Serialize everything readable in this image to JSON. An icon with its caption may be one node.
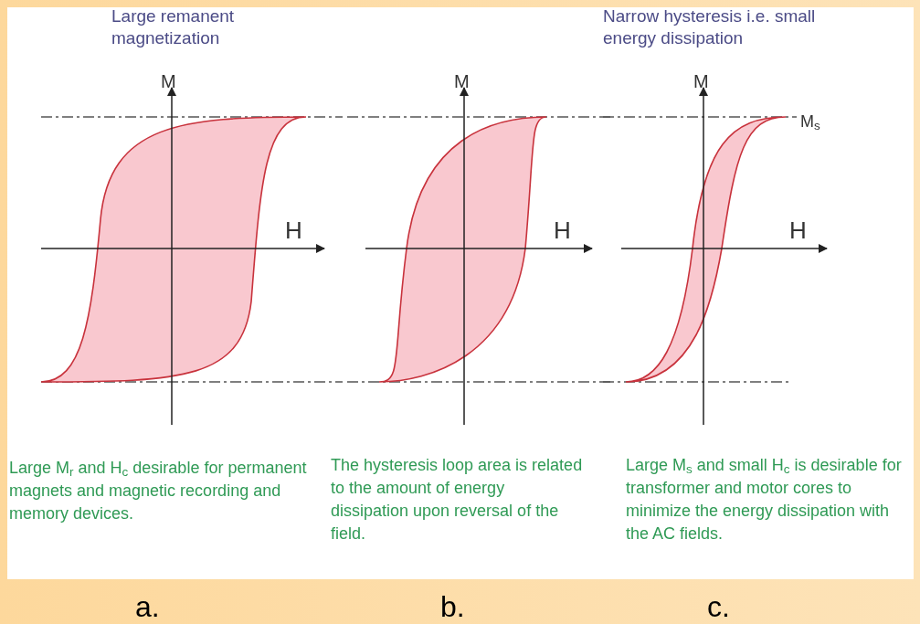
{
  "diagram": {
    "labels": [
      "Large remanent magnetization",
      "Narrow hysteresis i.e. small energy dissipation",
      "M",
      "M",
      "M",
      "M$_{s}$",
      "H",
      "H",
      "H",
      "Large M$_{r}$ and H$_{c}$ desirable for permanent  magnets and magnetic recording and memory devices.",
      "The hysteresis loop area is related to the amount of energy dissipation upon reversal of the field.",
      "Large M$_{s}$ and small H$_{c}$ is desirable for transformer and motor cores to minimize the energy dissipation with the AC fields.",
      "a.",
      "b.",
      "c."
    ]
  }
}
